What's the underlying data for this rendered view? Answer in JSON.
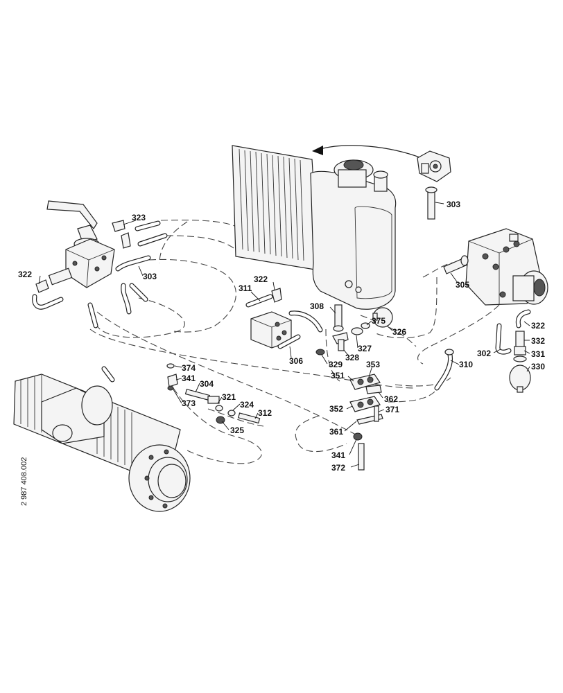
{
  "document_number": "2 987 408.002",
  "parts": [
    {
      "id": "p303a",
      "label": "303"
    },
    {
      "id": "p323",
      "label": "323"
    },
    {
      "id": "p303b",
      "label": "303"
    },
    {
      "id": "p322a",
      "label": "322"
    },
    {
      "id": "p311",
      "label": "311"
    },
    {
      "id": "p322b",
      "label": "322"
    },
    {
      "id": "p308",
      "label": "308"
    },
    {
      "id": "p326",
      "label": "326"
    },
    {
      "id": "p375",
      "label": "375"
    },
    {
      "id": "p327",
      "label": "327"
    },
    {
      "id": "p328",
      "label": "328"
    },
    {
      "id": "p329",
      "label": "329"
    },
    {
      "id": "p306",
      "label": "306"
    },
    {
      "id": "p305",
      "label": "305"
    },
    {
      "id": "p322c",
      "label": "322"
    },
    {
      "id": "p332",
      "label": "332"
    },
    {
      "id": "p302",
      "label": "302"
    },
    {
      "id": "p331",
      "label": "331"
    },
    {
      "id": "p330",
      "label": "330"
    },
    {
      "id": "p310",
      "label": "310"
    },
    {
      "id": "p353",
      "label": "353"
    },
    {
      "id": "p351",
      "label": "351"
    },
    {
      "id": "p362",
      "label": "362"
    },
    {
      "id": "p352",
      "label": "352"
    },
    {
      "id": "p371",
      "label": "371"
    },
    {
      "id": "p361",
      "label": "361"
    },
    {
      "id": "p341b",
      "label": "341"
    },
    {
      "id": "p372",
      "label": "372"
    },
    {
      "id": "p374",
      "label": "374"
    },
    {
      "id": "p341a",
      "label": "341"
    },
    {
      "id": "p304",
      "label": "304"
    },
    {
      "id": "p373",
      "label": "373"
    },
    {
      "id": "p321",
      "label": "321"
    },
    {
      "id": "p324",
      "label": "324"
    },
    {
      "id": "p312",
      "label": "312"
    },
    {
      "id": "p325",
      "label": "325"
    }
  ]
}
